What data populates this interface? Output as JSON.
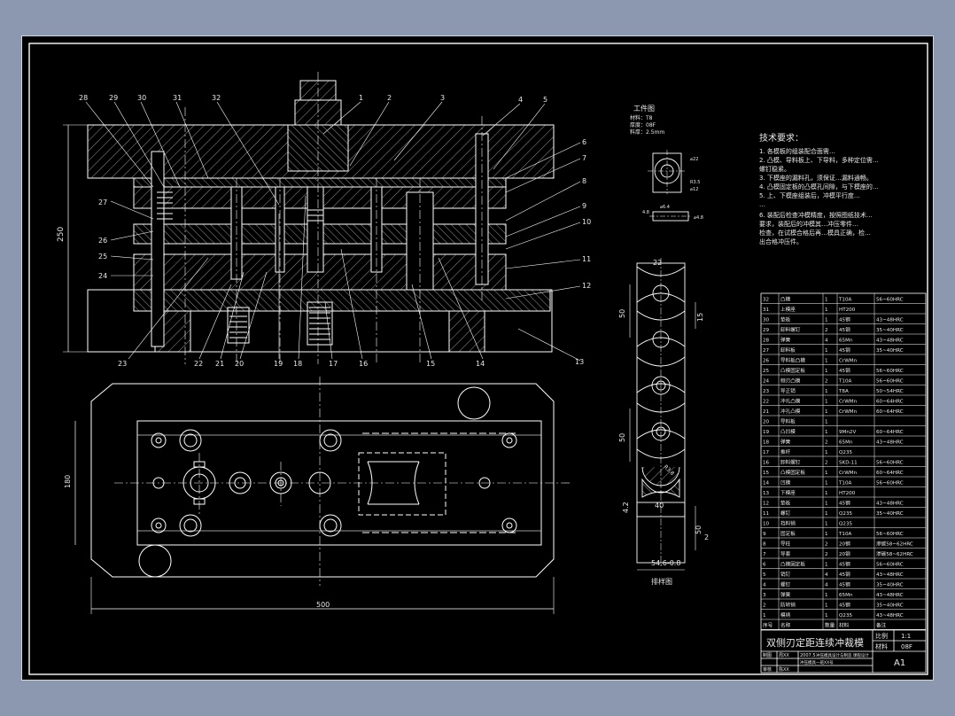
{
  "drawing_title": "双侧刃定距连续冲裁模",
  "main_view": {
    "part_numbers_top": [
      "28",
      "29",
      "30",
      "31",
      "32",
      "1",
      "2",
      "3",
      "4",
      "5"
    ],
    "part_numbers_right": [
      "6",
      "7",
      "8",
      "9",
      "10",
      "11",
      "12",
      "13"
    ],
    "part_numbers_left": [
      "27",
      "26",
      "25",
      "24"
    ],
    "part_numbers_bottom": [
      "23",
      "22",
      "21",
      "20",
      "19",
      "18",
      "17",
      "16",
      "15",
      "14"
    ],
    "height_dim": "250"
  },
  "plan_view": {
    "width_dim": "500",
    "height_dim": "180"
  },
  "workpiece": {
    "title": "工件图",
    "notes": [
      "材料：T8",
      "厚度：08F",
      "料厚：2.5mm"
    ],
    "dims": [
      "⌀22",
      "R3.5",
      "⌀12",
      "4.8",
      "⌀6.4",
      "⌀4.8"
    ]
  },
  "strip": {
    "dims": [
      "22",
      "50",
      "15",
      "50",
      "R3.8",
      "40",
      "4.2",
      "50",
      "2",
      "54.6-0.8"
    ],
    "caption": "排样图"
  },
  "tech_req": {
    "title": "技术要求：",
    "items": [
      "1. 各模板的组装配合面需…",
      "2. 凸模、导料板上、下导料，多种定位需…",
      "   螺钉稳紧。",
      "3. 下模座的漏料孔，须保证…漏料通畅。",
      "4. 凸模固定板的凸模孔间隙，与下模座的…",
      "5. 上、下模座组装后，冲模平行度…",
      "   …",
      "6. 装配后检查冲模精度，按照图纸技术…",
      "   要求，装配后的冲模其…冲压零件…",
      "   检查，在试模合格后再…模具正确，检…",
      "   出合格冲压件。"
    ]
  },
  "bom": {
    "rows": [
      [
        "32",
        "凸模",
        "1",
        "T10A",
        "56~60HRC"
      ],
      [
        "31",
        "上模座",
        "1",
        "HT200",
        ""
      ],
      [
        "30",
        "垫板",
        "1",
        "45钢",
        "43~48HRC"
      ],
      [
        "29",
        "卸料螺钉",
        "2",
        "45钢",
        "35~40HRC"
      ],
      [
        "28",
        "弹簧",
        "4",
        "65Mn",
        "43~48HRC"
      ],
      [
        "27",
        "卸料板",
        "1",
        "45钢",
        "35~40HRC"
      ],
      [
        "26",
        "导料板凸模",
        "1",
        "CrWMn",
        ""
      ],
      [
        "25",
        "凸模固定板",
        "1",
        "45钢",
        "56~60HRC"
      ],
      [
        "24",
        "侧刃凸模",
        "2",
        "T10A",
        "56~60HRC"
      ],
      [
        "23",
        "导正销",
        "1",
        "T8A",
        "50~54HRC"
      ],
      [
        "22",
        "冲孔凸模",
        "1",
        "CrWMn",
        "60~64HRC"
      ],
      [
        "21",
        "冲孔凸模",
        "1",
        "CrWMn",
        "60~64HRC"
      ],
      [
        "20",
        "导料板",
        "1",
        "",
        ""
      ],
      [
        "19",
        "凸凹模",
        "1",
        "9Mn2V",
        "60~64HRC"
      ],
      [
        "18",
        "弹簧",
        "2",
        "65Mn",
        "43~48HRC"
      ],
      [
        "17",
        "推杆",
        "1",
        "Q235",
        ""
      ],
      [
        "16",
        "卸料螺钉",
        "2",
        "SKD-11",
        "56~60HRC"
      ],
      [
        "15",
        "凸模固定板",
        "1",
        "CrWMn",
        "60~64HRC"
      ],
      [
        "14",
        "凹模",
        "1",
        "T10A",
        "56~60HRC"
      ],
      [
        "13",
        "下模座",
        "1",
        "HT200",
        ""
      ],
      [
        "12",
        "垫板",
        "1",
        "45钢",
        "43~48HRC"
      ],
      [
        "11",
        "螺钉",
        "1",
        "Q235",
        "35~40HRC"
      ],
      [
        "10",
        "挡料销",
        "1",
        "Q235",
        ""
      ],
      [
        "9",
        "固定板",
        "1",
        "T10A",
        "56~60HRC"
      ],
      [
        "8",
        "导柱",
        "2",
        "20钢",
        "渗碳58~62HRC"
      ],
      [
        "7",
        "导套",
        "2",
        "20钢",
        "渗碳58~62HRC"
      ],
      [
        "6",
        "凸模固定板",
        "1",
        "45钢",
        "56~60HRC"
      ],
      [
        "5",
        "销钉",
        "4",
        "45钢",
        "43~48HRC"
      ],
      [
        "4",
        "螺钉",
        "4",
        "45钢",
        "35~40HRC"
      ],
      [
        "3",
        "弹簧",
        "1",
        "65Mn",
        "43~48HRC"
      ],
      [
        "2",
        "防转销",
        "1",
        "45钢",
        "35~40HRC"
      ],
      [
        "1",
        "模柄",
        "1",
        "Q235",
        "43~48HRC"
      ]
    ],
    "header": [
      "序号",
      "名称",
      "数量",
      "材料",
      "备注"
    ]
  },
  "title_block": {
    "title": "双侧刃定距连续冲裁模",
    "scale_label": "比例",
    "scale_value": "1:1",
    "material_label": "材料",
    "material_value": "08F",
    "sheet_size": "A1",
    "row1": [
      "制图",
      "周XX",
      "2007.5",
      "冲压模具设计与制造 课程设计"
    ],
    "row2": [
      "审核",
      "陈XX",
      "",
      "冲压模具一班XX号"
    ]
  },
  "colors": {
    "background": "#000000",
    "frame": "#ffffff",
    "hatch": "#c8c8c8",
    "outline": "#ffffff"
  }
}
